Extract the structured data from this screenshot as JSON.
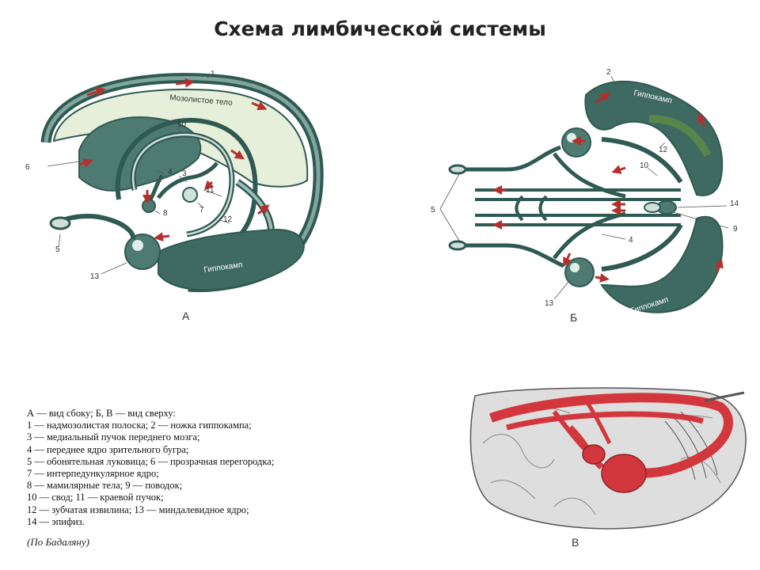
{
  "title": "Схема лимбической системы",
  "panels": {
    "a": {
      "letter": "А",
      "callouts": [
        "1",
        "10",
        "6",
        "4",
        "3",
        "8",
        "7",
        "11",
        "12",
        "5",
        "13"
      ],
      "labels": {
        "corpus": "Мозолистое тело",
        "hippo": "Гиппокамп"
      }
    },
    "b": {
      "letter": "Б",
      "callouts": [
        "2",
        "12",
        "10",
        "5",
        "14",
        "9",
        "4",
        "13"
      ],
      "labels": {
        "hippo_top": "Гиппокамп",
        "hippo_bottom": "Гиппокамп"
      }
    },
    "v": {
      "letter": "В"
    }
  },
  "legend": {
    "lines": [
      "А — вид сбоку; Б, В — вид сверху:",
      "1 — надмозолистая полоска; 2 — ножка гиппокампа;",
      "3 — медиальный пучок переднего мозга;",
      "4 — переднее ядро зрительного бугра;",
      "5 — обонятельная луковица; 6 — прозрачная перегородка;",
      "7 — интерпедункулярное ядро;",
      "8 — мамилярные тела; 9 — поводок;",
      "10 — свод; 11 — краевой пучок;",
      "12 — зубчатая извилина; 13 — миндалевидное ядро;",
      "14 — эпифиз."
    ],
    "credit": "(По   Бадаляну)"
  },
  "colors": {
    "teal_dark": "#2f5a52",
    "teal_fill": "#4d7b72",
    "pale_green": "#e6efd9",
    "arrow_red": "#b5302c",
    "limbic_red": "#d2373d",
    "brain_gray": "#dedede"
  }
}
